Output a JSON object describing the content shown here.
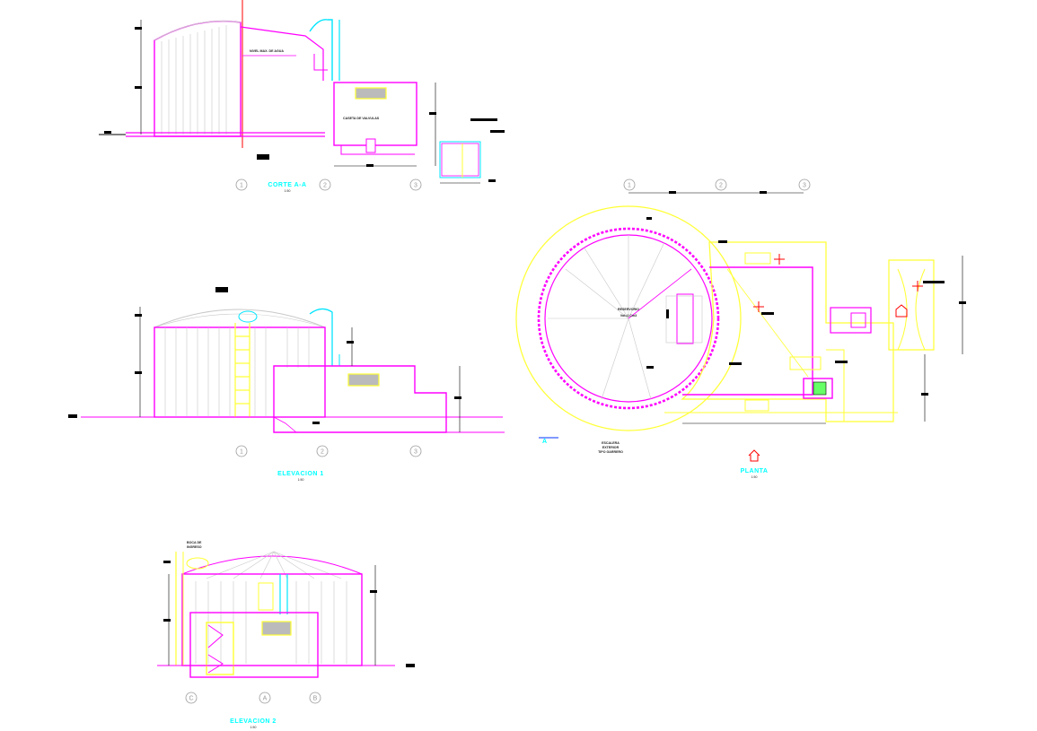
{
  "colors": {
    "background": "#ffffff",
    "wall": "#ff00ff",
    "secondary": "#ffff33",
    "pipe": "#00e5ff",
    "title": "#00ffff",
    "text_green": "#00ff00",
    "gridline": "#c8c8c8",
    "axis_bubble": "#9a9a9a",
    "dimension": "#000000",
    "marker_red": "#ff0000",
    "section_cut": "#ff0000"
  },
  "views": {
    "corte_aa": {
      "title": "CORTE A-A",
      "scale": "1:50",
      "axes": [
        "1",
        "2",
        "3"
      ]
    },
    "elevacion1": {
      "title": "ELEVACION 1",
      "scale": "1:50",
      "axes": [
        "1",
        "2",
        "3"
      ]
    },
    "elevacion2": {
      "title": "ELEVACION 2",
      "scale": "1:50",
      "axes": [
        "C",
        "A",
        "B"
      ]
    },
    "planta": {
      "title": "PLANTA",
      "scale": "1:50",
      "axes": [
        "1",
        "2",
        "3"
      ],
      "section_marker": "A"
    }
  },
  "labels": {
    "caseta": "CASETA DE VALVULAS",
    "nivel_agua": "NIVEL MAX. DE AGUA",
    "reservorio": "RESERVORIO",
    "volumen": "Vol=1 Cm3",
    "escalera_1": "ESCALERA",
    "escalera_2": "EXTERIOR",
    "escalera_3": "TIPO GARRERO",
    "boca_1": "BOCA DE",
    "boca_2": "INGRESO"
  },
  "icons": [
    "home-icon",
    "warning-marker-icon",
    "section-arrow-icon"
  ]
}
